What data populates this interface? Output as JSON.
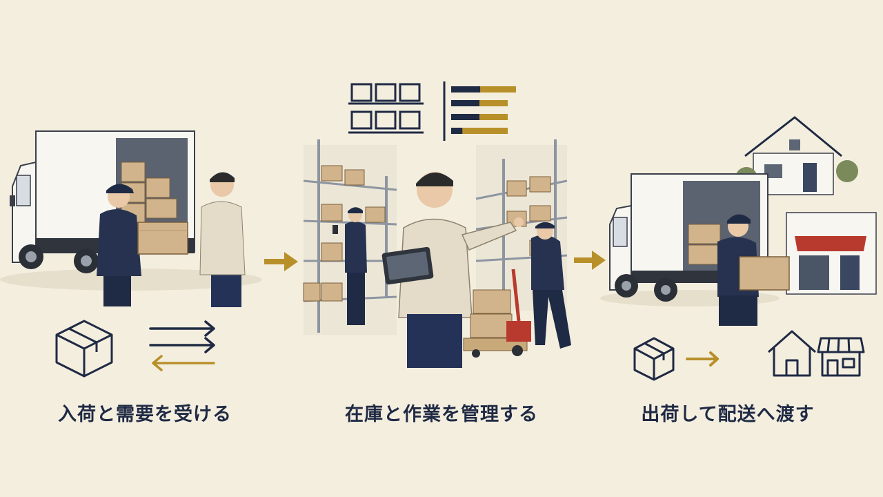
{
  "colors": {
    "background": "#f4eedf",
    "navy": "#1f2a44",
    "gold": "#b8902a",
    "cardboard": "#d2b48c",
    "truck": "#f7f6f1",
    "rack": "#8d95a1"
  },
  "icons": {
    "step1": [
      "box-icon",
      "exchange-arrows-icon"
    ],
    "step2": [
      "shelf-grid-icon",
      "bar-list-icon"
    ],
    "step3": [
      "box-icon",
      "arrow-right-icon",
      "house-icon",
      "store-icon"
    ]
  },
  "steps": [
    {
      "label": "入荷と需要を受ける"
    },
    {
      "label": "在庫と作業を管理する"
    },
    {
      "label": "出荷して配送へ渡す"
    }
  ],
  "bar_list": {
    "fill_fractions": [
      0.45,
      0.5,
      0.5,
      0.2
    ]
  }
}
